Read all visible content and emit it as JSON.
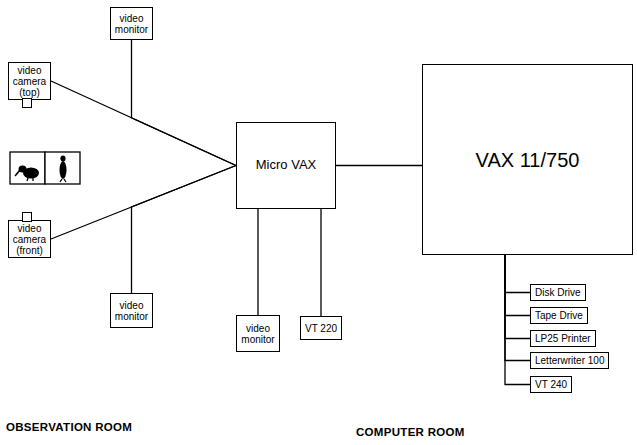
{
  "diagram": {
    "nodes": [
      {
        "text": [
          "video monitor"
        ]
      },
      {
        "text": [
          "video camera (top)"
        ]
      },
      {
        "text": [
          "Micro VAX"
        ]
      },
      {
        "text": [
          "VAX 11/750"
        ]
      },
      {
        "text": [
          "video camera (front)"
        ]
      },
      {
        "text": [
          "video monitor"
        ]
      },
      {
        "text": [
          "video monitor"
        ]
      },
      {
        "text": [
          "VT 220"
        ]
      },
      {
        "text": [
          "Disk Drive"
        ]
      },
      {
        "text": [
          "Tape Drive"
        ]
      },
      {
        "text": [
          "LP25 Printer"
        ]
      },
      {
        "text": [
          "Letterwriter 100"
        ]
      },
      {
        "text": [
          "VT 240"
        ]
      }
    ],
    "edges": [
      {
        "from": 1,
        "to": 2,
        "arrow": "none"
      },
      {
        "from": 0,
        "to": 2,
        "arrow": "none"
      },
      {
        "from": 4,
        "to": 2,
        "arrow": "none"
      },
      {
        "from": 5,
        "to": 2,
        "arrow": "none"
      },
      {
        "from": 2,
        "to": 6,
        "arrow": "none"
      },
      {
        "from": 2,
        "to": 7,
        "arrow": "none"
      },
      {
        "from": 2,
        "to": 3,
        "arrow": "none"
      },
      {
        "from": 3,
        "to": 8,
        "arrow": "none"
      },
      {
        "from": 3,
        "to": 9,
        "arrow": "none"
      },
      {
        "from": 3,
        "to": 10,
        "arrow": "none"
      },
      {
        "from": 3,
        "to": 11,
        "arrow": "none"
      },
      {
        "from": 3,
        "to": 12,
        "arrow": "none"
      }
    ],
    "labels": [
      "OBSERVATION ROOM",
      "COMPUTER ROOM"
    ]
  }
}
